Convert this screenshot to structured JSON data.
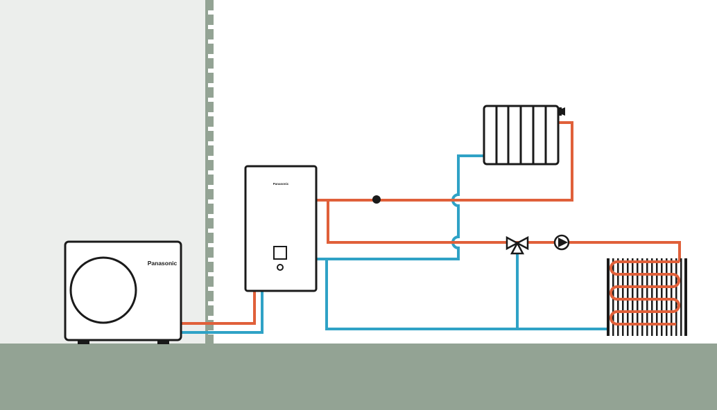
{
  "outdoor_unit": {
    "brand_label": "Panasonic"
  },
  "indoor_unit": {
    "brand_label": "Panasonic"
  },
  "colors": {
    "outdoor_wall": "#eceeec",
    "ground": "#93a394",
    "wall_brick": "#93a394",
    "flow_pipe": "#e0603a",
    "return_pipe": "#2fa2c6",
    "outline": "#1a1a1a"
  },
  "components": {
    "outdoor_unit": "air-to-water heat pump outdoor unit",
    "indoor_unit": "hydrokit indoor unit",
    "radiator": "radiator with thermostatic valve",
    "underfloor": "underfloor heating coil",
    "valve": "three-way mixing valve",
    "pump": "circulation pump",
    "sensor": "temperature sensor"
  }
}
